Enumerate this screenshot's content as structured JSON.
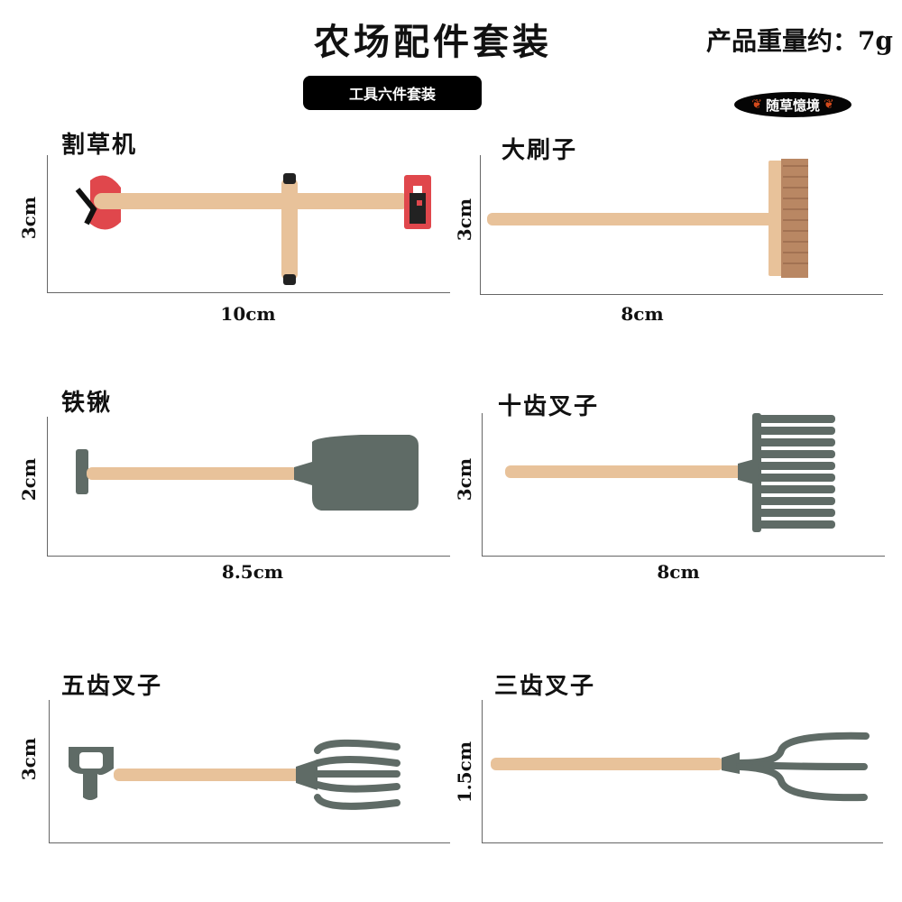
{
  "header": {
    "title": "农场配件套装",
    "weight": "产品重量约：7g",
    "set_label": "工具六件套装",
    "brand": "随草憶境"
  },
  "tools": [
    {
      "name": "割草机",
      "width": "10cm",
      "height": "3cm",
      "icon": "lawn-mower-icon"
    },
    {
      "name": "大刷子",
      "width": "8cm",
      "height": "3cm",
      "icon": "broom-icon"
    },
    {
      "name": "铁锹",
      "width": "8.5cm",
      "height": "2cm",
      "icon": "shovel-icon"
    },
    {
      "name": "十齿叉子",
      "width": "8cm",
      "height": "3cm",
      "icon": "ten-tine-rake-icon"
    },
    {
      "name": "五齿叉子",
      "width": "",
      "height": "3cm",
      "icon": "five-tine-fork-icon"
    },
    {
      "name": "三齿叉子",
      "width": "",
      "height": "1.5cm",
      "icon": "three-tine-fork-icon"
    }
  ],
  "colors": {
    "handle": "#e8c29a",
    "metal": "#5f6b66",
    "mower_red": "#e0474c",
    "broom_bristle": "#b98763",
    "pill_bg": "#000000"
  }
}
